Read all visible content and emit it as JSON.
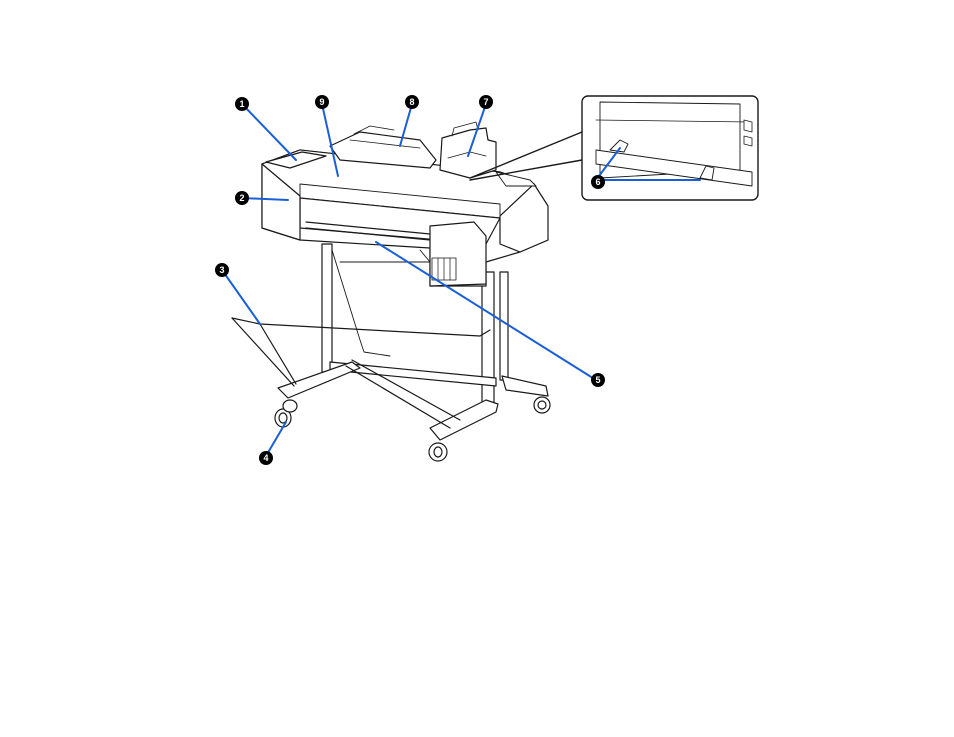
{
  "figure": {
    "line_color": "#1a5fd6",
    "badge_color": "#000000",
    "outline_color": "#1a1a1a",
    "callouts": [
      {
        "id": "1",
        "label": "1"
      },
      {
        "id": "2",
        "label": "2"
      },
      {
        "id": "3",
        "label": "3"
      },
      {
        "id": "4",
        "label": "4"
      },
      {
        "id": "5",
        "label": "5"
      },
      {
        "id": "6",
        "label": "6"
      },
      {
        "id": "7",
        "label": "7"
      },
      {
        "id": "8",
        "label": "8"
      },
      {
        "id": "9",
        "label": "9"
      }
    ]
  }
}
